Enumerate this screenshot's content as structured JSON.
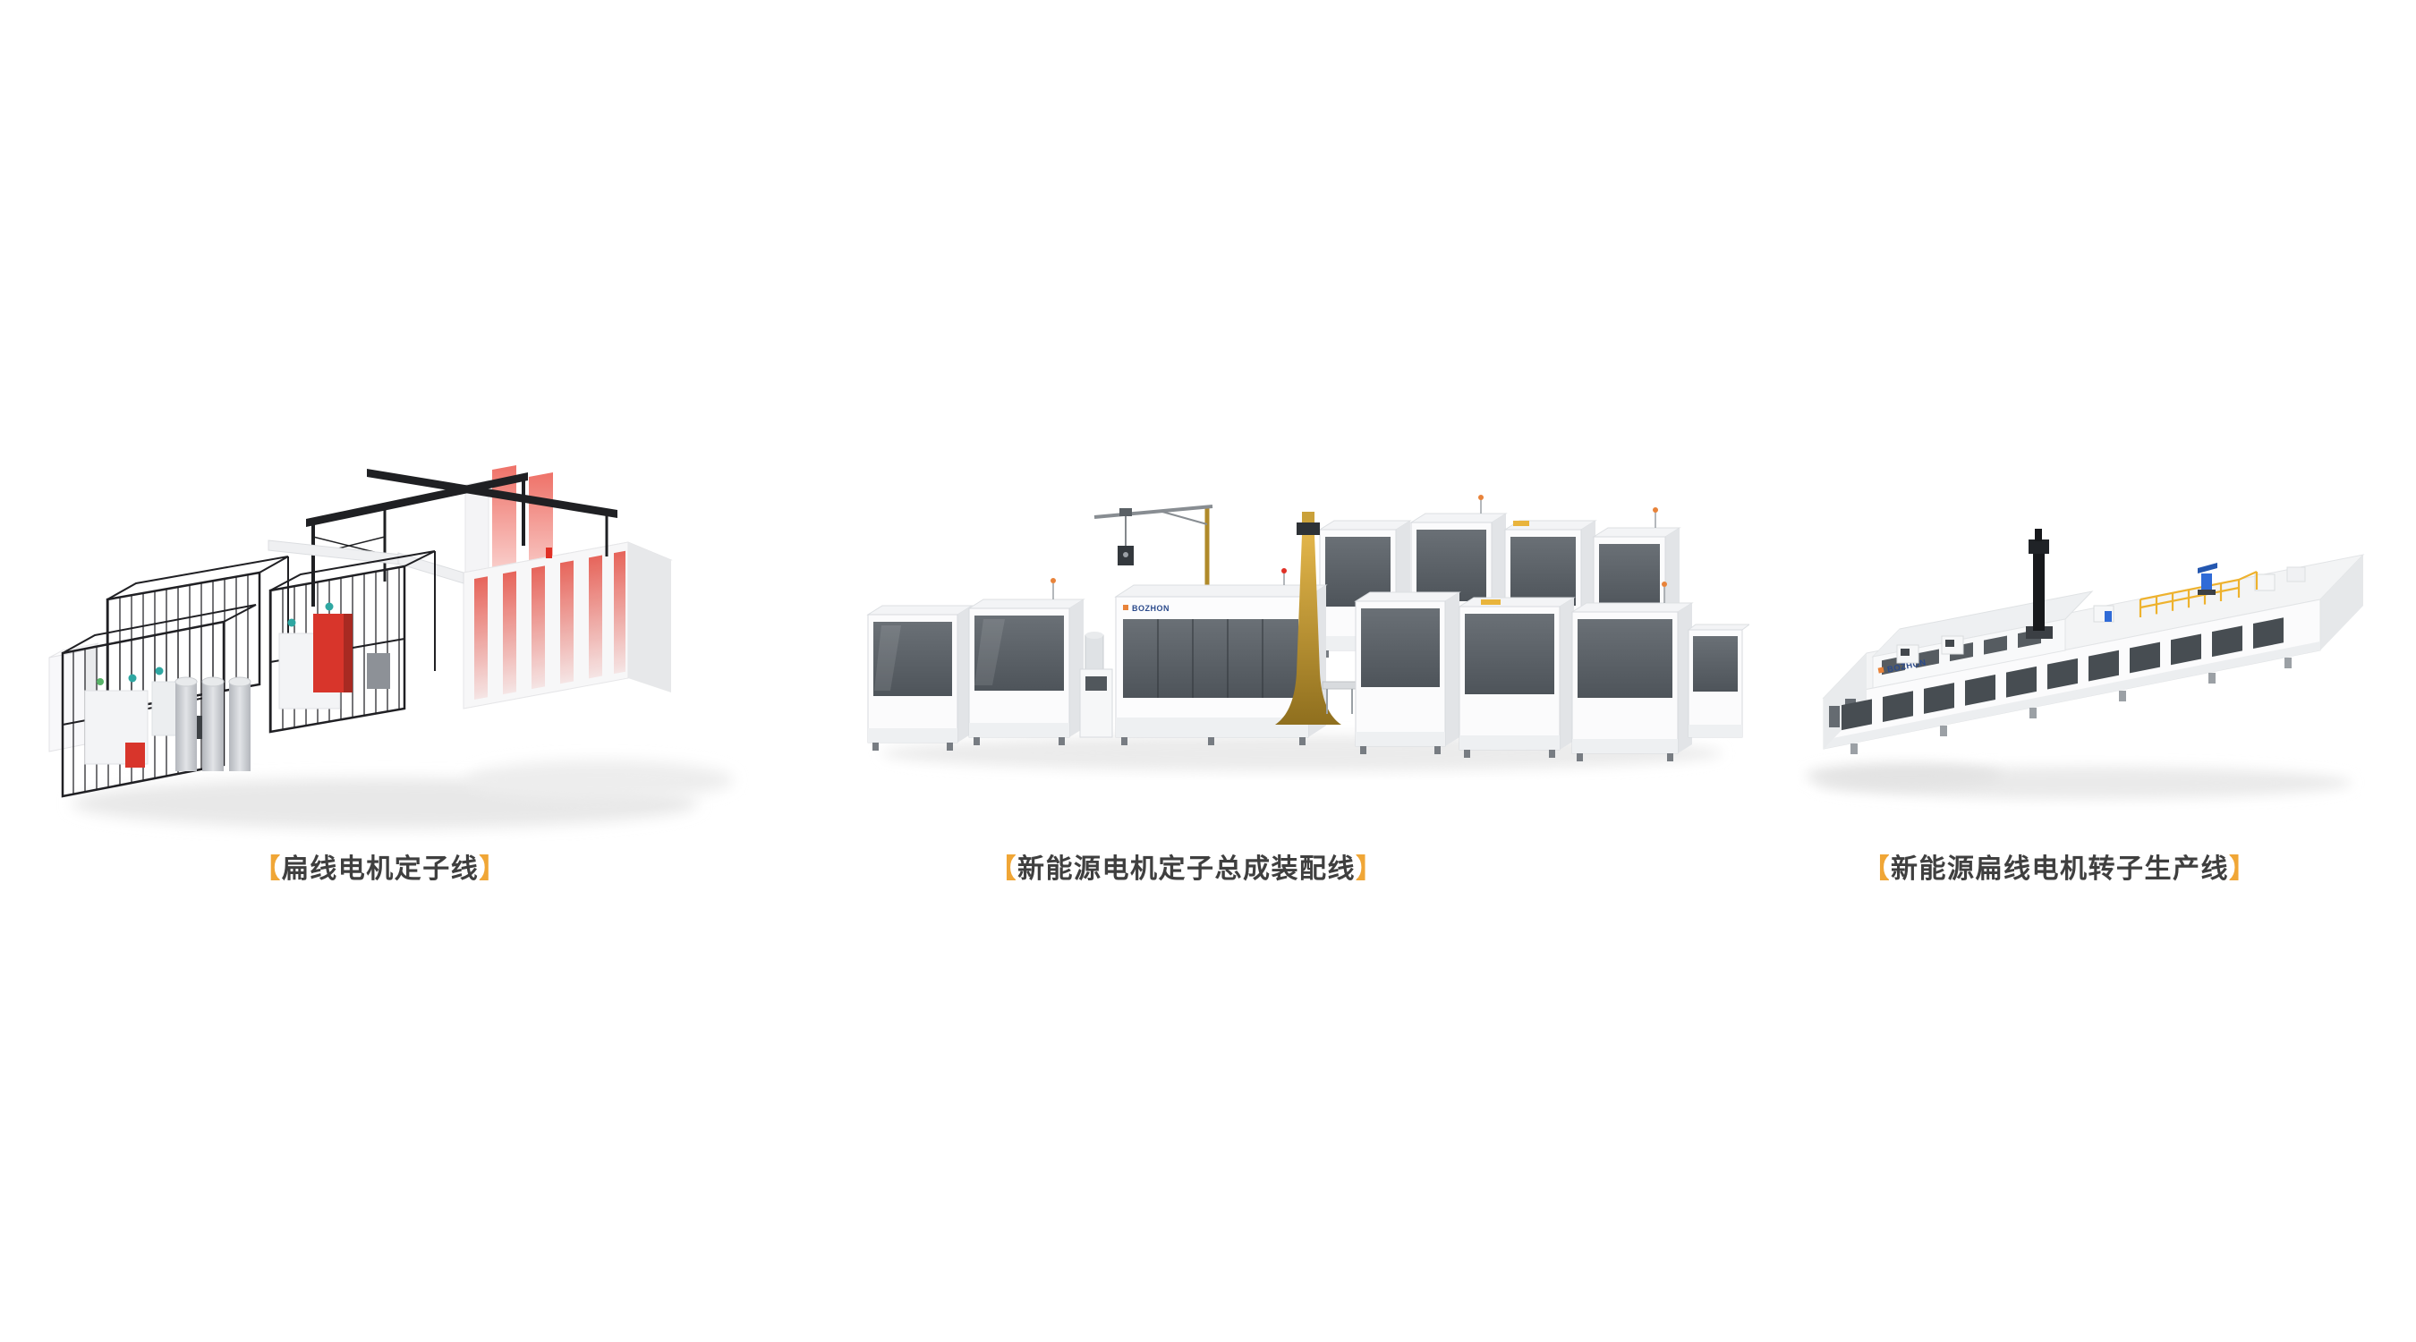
{
  "page": {
    "background": "#ffffff",
    "brand": "BOZHON"
  },
  "colors": {
    "bracket": "#f0a636",
    "caption_text": "#3f3f3f",
    "accent_red": "#d8352b",
    "accent_gold": "#c79b2e",
    "accent_yellow": "#eeb22e",
    "accent_teal": "#2fa7a2",
    "accent_blue": "#2f6bd7"
  },
  "products": [
    {
      "bracket_open": "【",
      "name": "扁线电机定子线",
      "bracket_close": "】"
    },
    {
      "bracket_open": "【",
      "name": "新能源电机定子总成装配线",
      "bracket_close": "】"
    },
    {
      "bracket_open": "【",
      "name": "新能源扁线电机转子生产线",
      "bracket_close": "】"
    }
  ]
}
